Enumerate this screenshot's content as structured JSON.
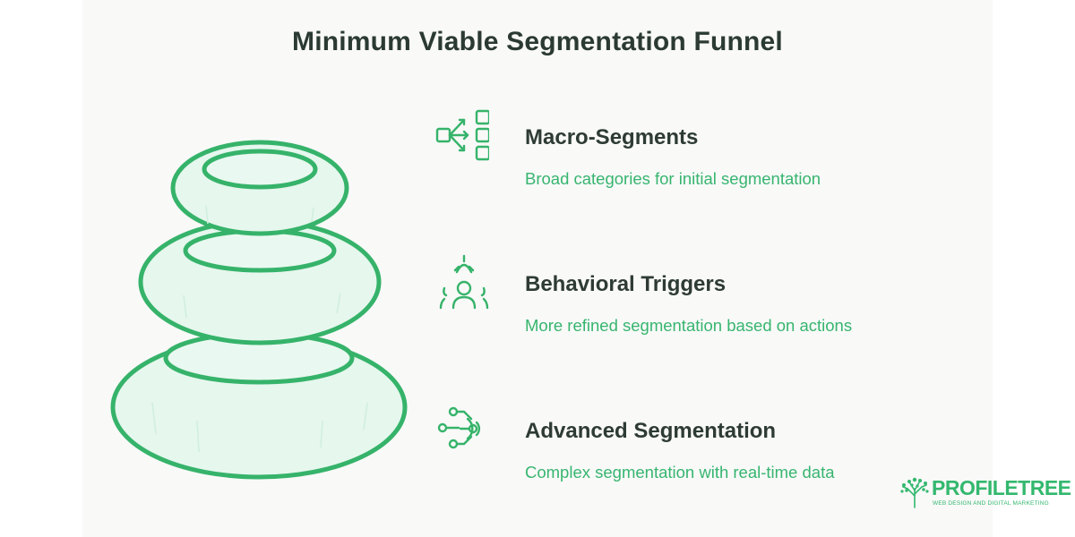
{
  "title": "Minimum Viable Segmentation Funnel",
  "items": [
    {
      "title": "Macro-Segments",
      "description": "Broad categories for initial segmentation",
      "icon": "branching-blocks-icon"
    },
    {
      "title": "Behavioral Triggers",
      "description": "More refined segmentation based on actions",
      "icon": "person-trigger-icon"
    },
    {
      "title": "Advanced Segmentation",
      "description": "Complex segmentation with real-time data",
      "icon": "circuit-target-icon"
    }
  ],
  "logo": {
    "name": "PROFILETREE",
    "tagline": "WEB DESIGN AND DIGITAL MARKETING"
  },
  "colors": {
    "accent": "#33b86e",
    "stroke": "#36b36a",
    "fill": "#e6f7ee",
    "title": "#2b3a33",
    "background": "#f9f9f8"
  }
}
